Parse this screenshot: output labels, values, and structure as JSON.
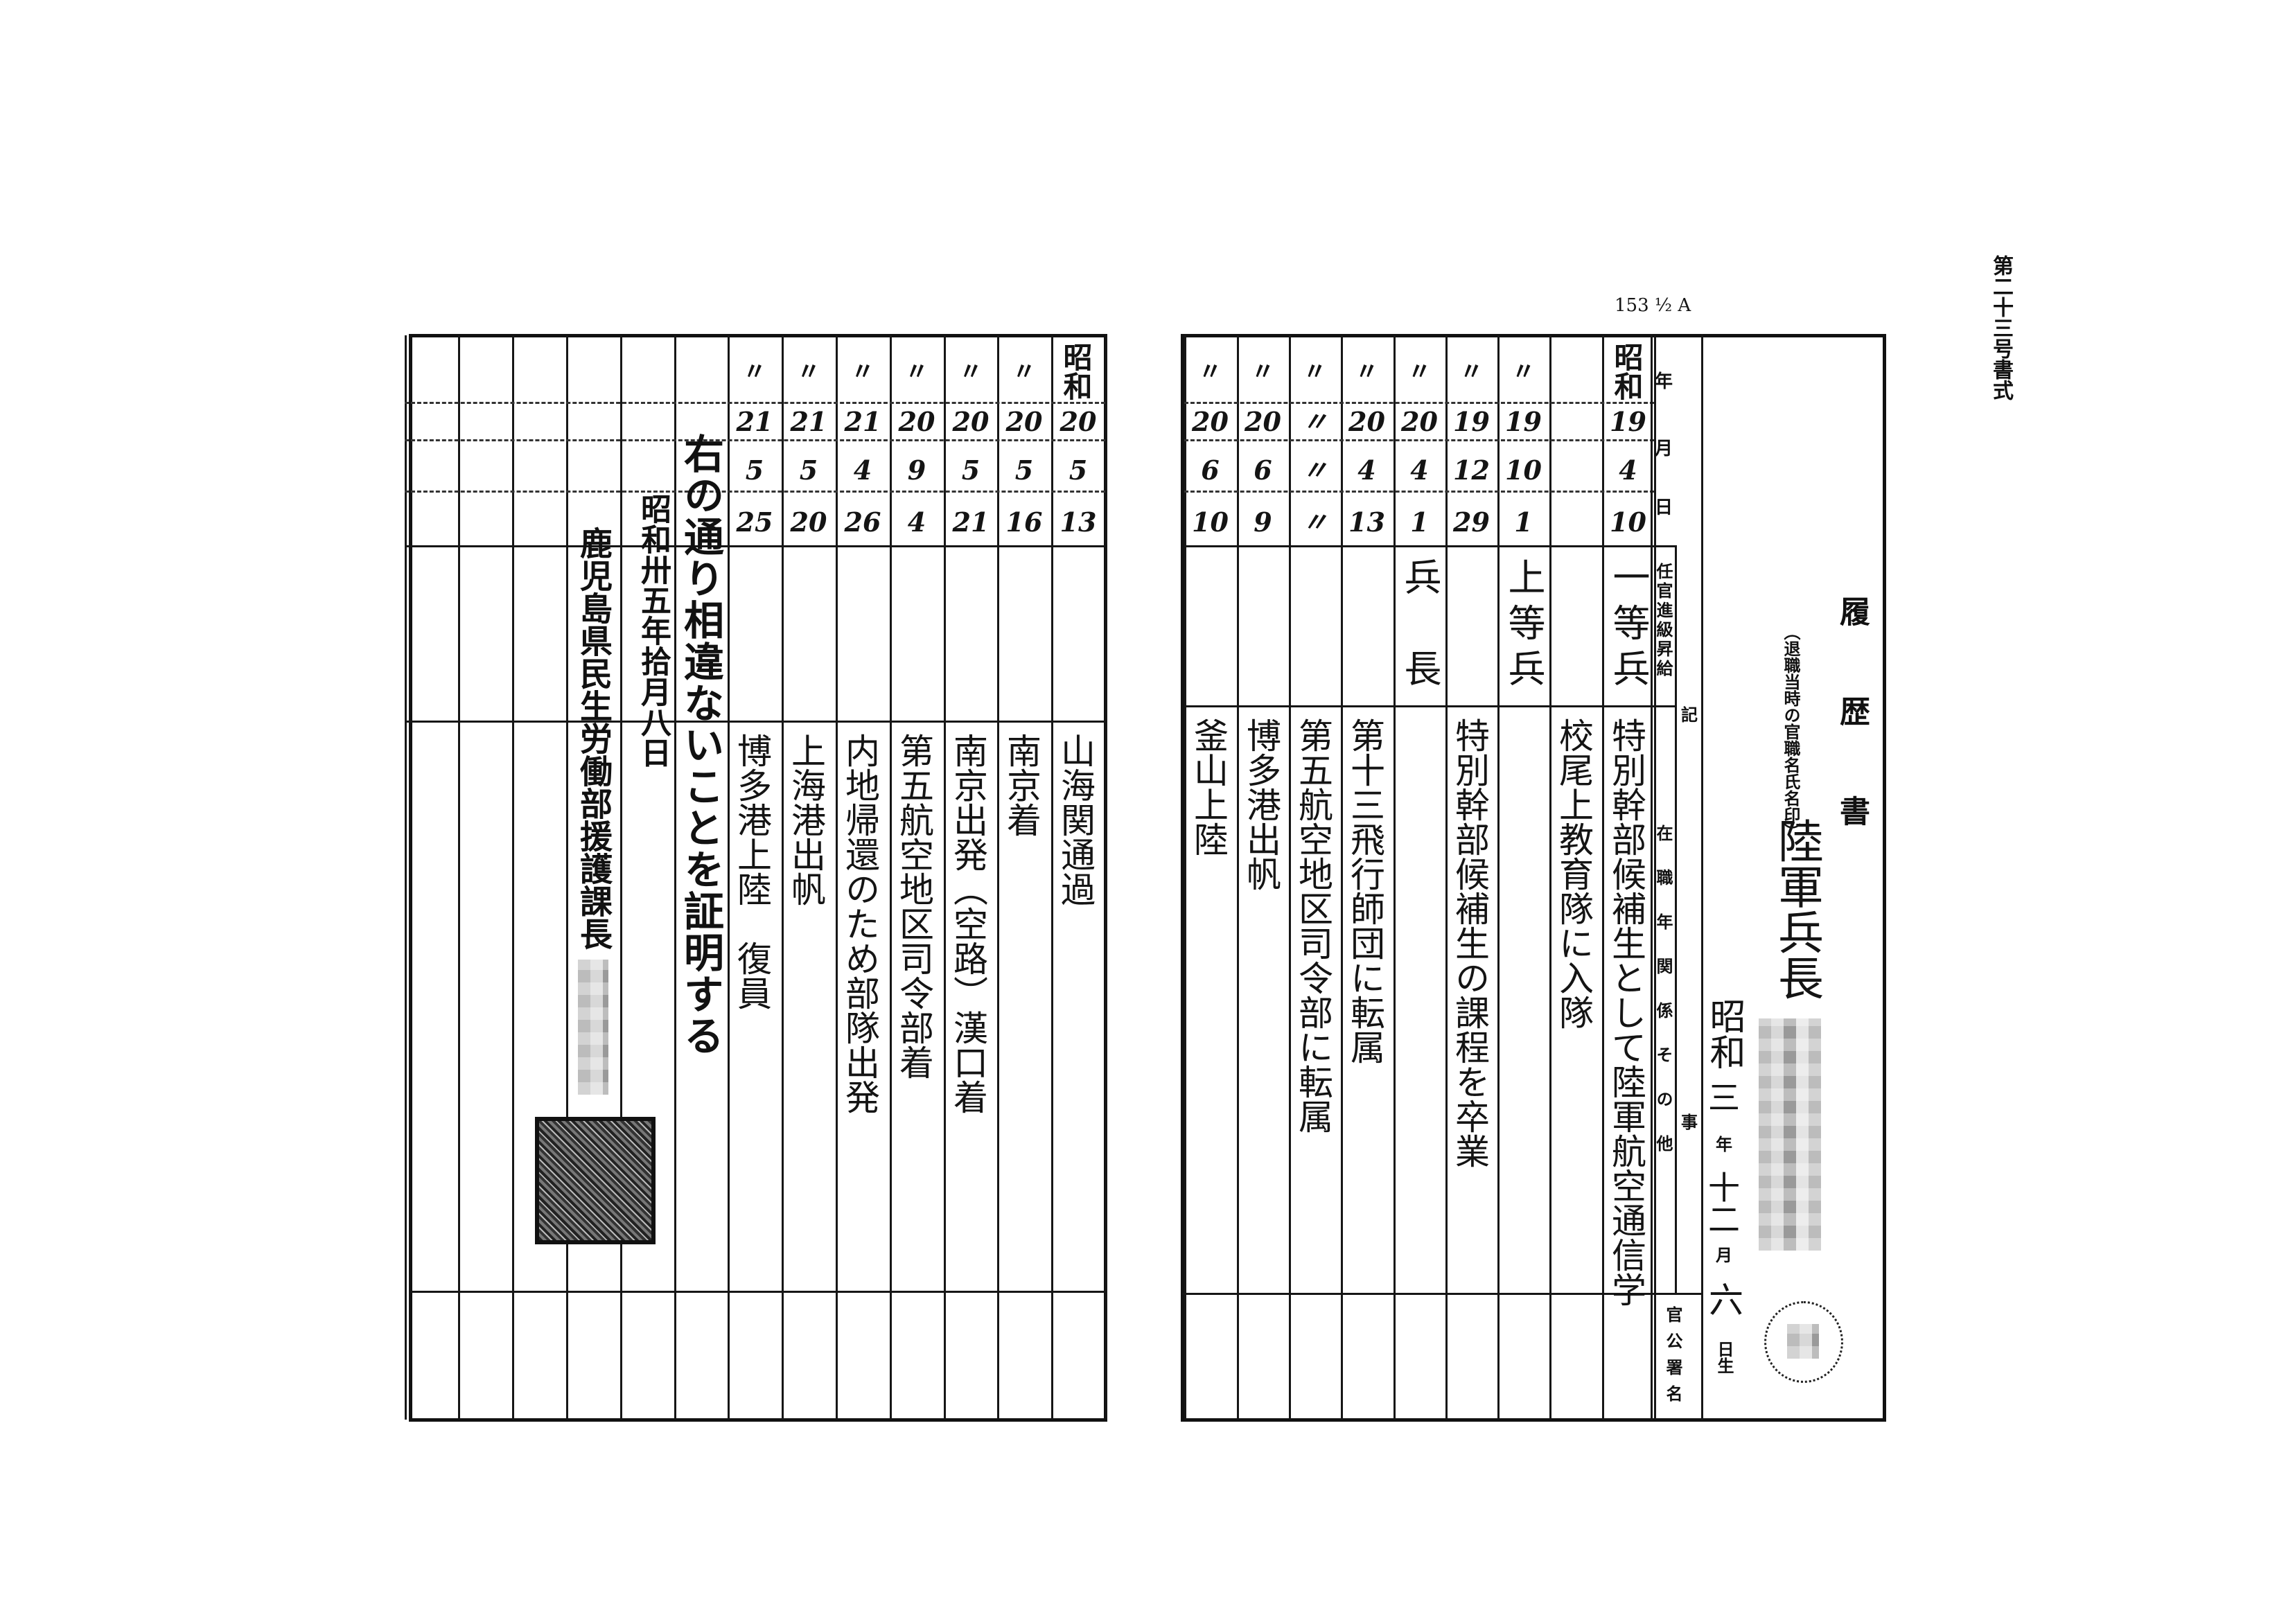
{
  "form_number": "第二十三号書式",
  "pencil_note": "153 ½ A",
  "title": "履歴書",
  "name_block": {
    "caption": "（退職当時の官職名氏名印）",
    "rank_name": "陸軍兵長",
    "birth_era": "昭和",
    "birth_year": "三",
    "year_label": "年",
    "birth_month": "十二",
    "month_label": "月",
    "birth_day": "六",
    "day_label": "日生"
  },
  "headers": {
    "year": "年",
    "month": "月",
    "day": "日",
    "appointment": "任官進級昇給",
    "ki": "記",
    "ji": "事",
    "service": "在職年関係その他",
    "office": "官公署名"
  },
  "right_page_rows": [
    {
      "era": "昭和",
      "year": "19",
      "month": "4",
      "day": "10",
      "rank": "一等兵",
      "event": "特別幹部候補生として陸軍航空通信学"
    },
    {
      "era": "",
      "year": "",
      "month": "",
      "day": "",
      "rank": "",
      "event": "校尾上教育隊に入隊"
    },
    {
      "era": "〃",
      "year": "19",
      "month": "10",
      "day": "1",
      "rank": "上等兵",
      "event": ""
    },
    {
      "era": "〃",
      "year": "19",
      "month": "12",
      "day": "29",
      "rank": "",
      "event": "特別幹部候補生の課程を卒業"
    },
    {
      "era": "〃",
      "year": "20",
      "month": "4",
      "day": "1",
      "rank": "兵　長",
      "event": ""
    },
    {
      "era": "〃",
      "year": "20",
      "month": "4",
      "day": "13",
      "rank": "",
      "event": "第十三飛行師団に転属"
    },
    {
      "era": "〃",
      "year": "〃",
      "month": "〃",
      "day": "〃",
      "rank": "",
      "event": "第五航空地区司令部に転属"
    },
    {
      "era": "〃",
      "year": "20",
      "month": "6",
      "day": "9",
      "rank": "",
      "event": "博多港出帆"
    },
    {
      "era": "〃",
      "year": "20",
      "month": "6",
      "day": "10",
      "rank": "",
      "event": "釜山上陸"
    }
  ],
  "left_page_rows": [
    {
      "era": "昭和",
      "year": "20",
      "month": "5",
      "day": "13",
      "event": "山海関通過"
    },
    {
      "era": "〃",
      "year": "20",
      "month": "5",
      "day": "16",
      "event": "南京着"
    },
    {
      "era": "〃",
      "year": "20",
      "month": "5",
      "day": "21",
      "event": "南京出発（空路）漢口着"
    },
    {
      "era": "〃",
      "year": "20",
      "month": "9",
      "day": "4",
      "event": "第五航空地区司令部着"
    },
    {
      "era": "〃",
      "year": "21",
      "month": "4",
      "day": "26",
      "event": "内地帰還のため部隊出発"
    },
    {
      "era": "〃",
      "year": "21",
      "month": "5",
      "day": "20",
      "event": "上海港出帆"
    },
    {
      "era": "〃",
      "year": "21",
      "month": "5",
      "day": "25",
      "event": "博多港上陸　復員"
    }
  ],
  "certification": {
    "statement": "右の通り相違ないことを証明する",
    "date": "昭和卅五年拾月八日",
    "issuer": "鹿児島県民生労働部援護課長"
  }
}
